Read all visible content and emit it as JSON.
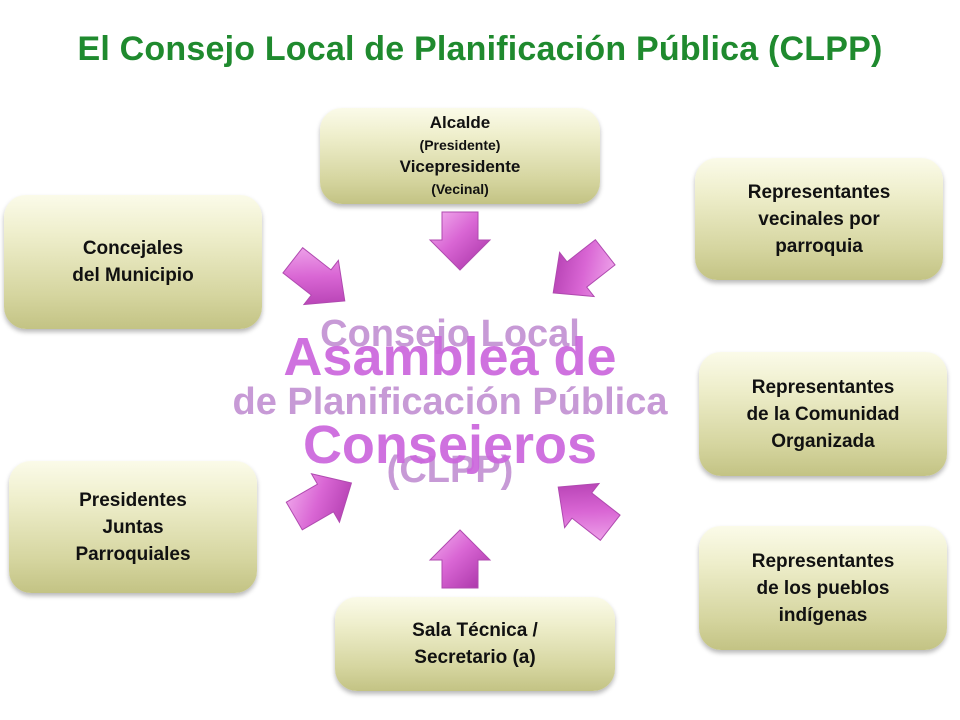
{
  "title": "El Consejo Local de Planificación Pública (CLPP)",
  "boxes": {
    "top": {
      "line1": "Alcalde",
      "line2": "(Presidente)",
      "line3": "Vicepresidente",
      "line4": "(Vecinal)"
    },
    "concejales": {
      "line1": "Concejales",
      "line2": "del Municipio"
    },
    "vecinales": {
      "line1": "Representantes",
      "line2": "vecinales por",
      "line3": "parroquia"
    },
    "comunidad": {
      "line1": "Representantes",
      "line2": "de la Comunidad",
      "line3": "Organizada"
    },
    "presidentes": {
      "line1": "Presidentes",
      "line2": "Juntas",
      "line3": "Parroquiales"
    },
    "indigenas": {
      "line1": "Representantes",
      "line2": "de los pueblos",
      "line3": "indígenas"
    },
    "sala": {
      "line1": "Sala Técnica /",
      "line2": "Secretario (a)"
    }
  },
  "center": {
    "clpp_line1": "Consejo Local",
    "clpp_line2": "de Planificación Pública",
    "clpp_line3": "(CLPP)",
    "asamblea_line1": "Asamblea de",
    "asamblea_line2": "Consejeros"
  },
  "colors": {
    "title": "#1f8a2e",
    "arrow": "#cc55cc",
    "clpp_text": "#c79ad6",
    "asamblea_text": "#cc66dd"
  }
}
